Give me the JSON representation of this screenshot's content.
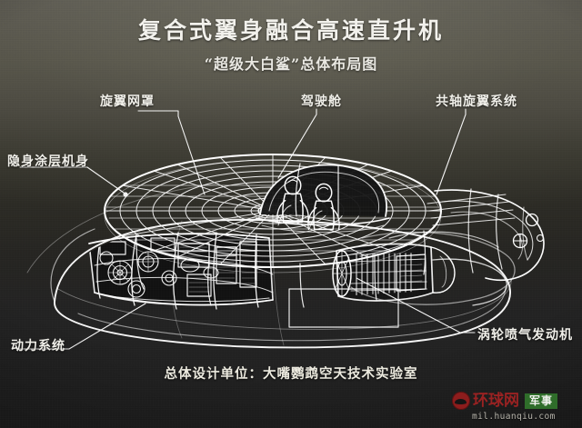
{
  "poster": {
    "main_title": "复合式翼身融合高速直升机",
    "sub_title": "“超级大白鲨”总体布局图",
    "footer_note": "总体设计单位：大嘴鹦鹉空天技术实验室",
    "background_top_color": "#5d5b52",
    "background_bottom_color": "#232323",
    "ink_color": "#f0efe9"
  },
  "callouts": [
    {
      "id": "rotor-shroud",
      "label": "旋翼网罩",
      "side": "top-left"
    },
    {
      "id": "stealth-body",
      "label": "隐身涂层机身",
      "side": "left"
    },
    {
      "id": "cockpit",
      "label": "驾驶舱",
      "side": "top-center"
    },
    {
      "id": "coaxial-rotor",
      "label": "共轴旋翼系统",
      "side": "top-right"
    },
    {
      "id": "power-system",
      "label": "动力系统",
      "side": "bottom-left"
    },
    {
      "id": "turbojet",
      "label": "涡轮喷气发动机",
      "side": "bottom-right"
    }
  ],
  "watermark": {
    "site_name": "环球网",
    "section_badge": "军事",
    "url": "mil.huanqiu.com",
    "logo_color": "#9a2222",
    "badge_color": "#2f6d2a"
  }
}
